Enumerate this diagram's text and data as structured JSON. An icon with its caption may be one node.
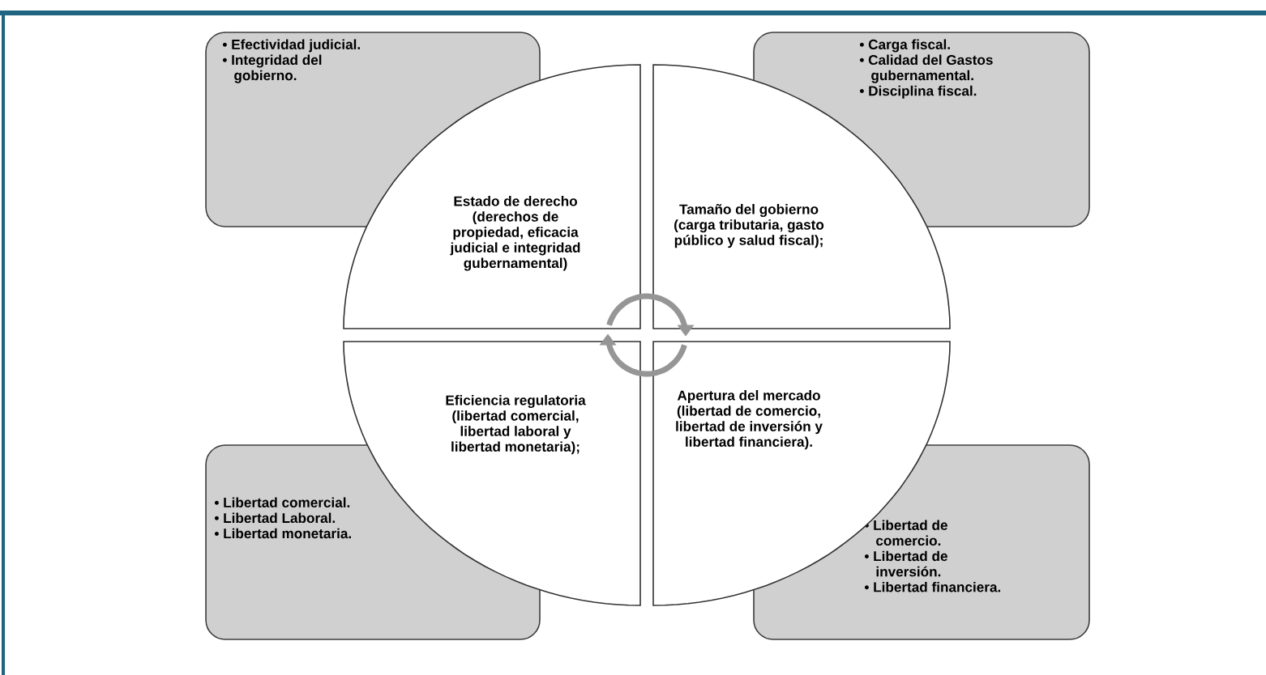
{
  "diagram": {
    "nodes": [
      {
        "text": [
          "• Efectividad judicial.",
          "• Integridad del gobierno."
        ]
      },
      {
        "text": [
          "• Carga fiscal.",
          "• Calidad del Gastos gubernamental.",
          "• Disciplina fiscal."
        ]
      },
      {
        "text": [
          "Estado de derecho (derechos de propiedad, eficacia judicial e integridad gubernamental)"
        ]
      },
      {
        "text": [
          "Tamaño del gobierno (carga tributaria, gasto público y salud fiscal);"
        ]
      },
      {
        "text": [
          "Eficiencia regulatoria (libertad comercial, libertad laboral y libertad monetaria);"
        ]
      },
      {
        "text": [
          "Apertura del mercado (libertad de comercio, libertad de inversión y libertad financiera)."
        ]
      },
      {
        "text": [
          "• Libertad comercial.",
          "• Libertad Laboral.",
          "• Libertad monetaria."
        ]
      },
      {
        "text": [
          "• Libertad de comercio.",
          "• Libertad de inversión.",
          "• Libertad financiera."
        ]
      }
    ],
    "edges": [
      {
        "from": 2,
        "to": 3,
        "arrow": "to"
      },
      {
        "from": 5,
        "to": 4,
        "arrow": "to"
      }
    ]
  }
}
